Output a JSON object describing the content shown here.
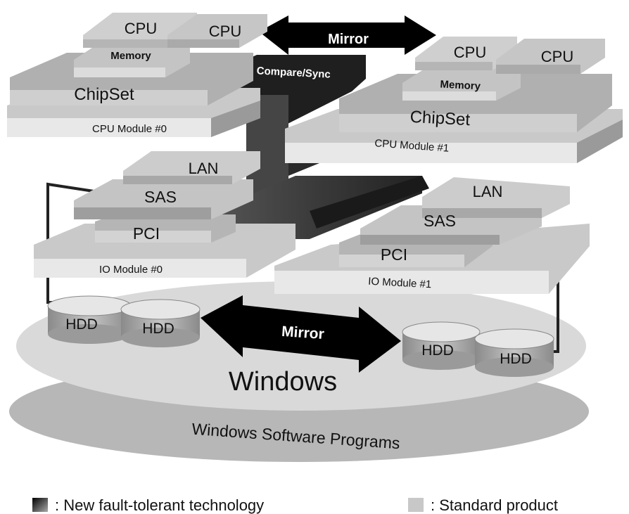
{
  "cpu_module_0": {
    "label": "CPU Module #0",
    "chipset": "ChipSet",
    "memory": "Memory",
    "cpu_a": "CPU",
    "cpu_b": "CPU"
  },
  "cpu_module_1": {
    "label": "CPU Module #1",
    "chipset": "ChipSet",
    "memory": "Memory",
    "cpu_a": "CPU",
    "cpu_b": "CPU"
  },
  "io_module_0": {
    "label": "IO Module #0",
    "pci": "PCI",
    "sas": "SAS",
    "lan": "LAN"
  },
  "io_module_1": {
    "label": "IO Module #1",
    "pci": "PCI",
    "sas": "SAS",
    "lan": "LAN"
  },
  "top_mirror": "Mirror",
  "compare_sync": "Compare/Sync",
  "disk_mirror": "Mirror",
  "hdd": [
    "HDD",
    "HDD",
    "HDD",
    "HDD"
  ],
  "os_label": "Windows",
  "software_label": "Windows Software Programs",
  "legend": {
    "new_tech": ": New fault-tolerant technology",
    "standard": ":  Standard product"
  },
  "colors": {
    "standard_gray": "#c8c8c8",
    "new_tech_dark": "#222222"
  }
}
